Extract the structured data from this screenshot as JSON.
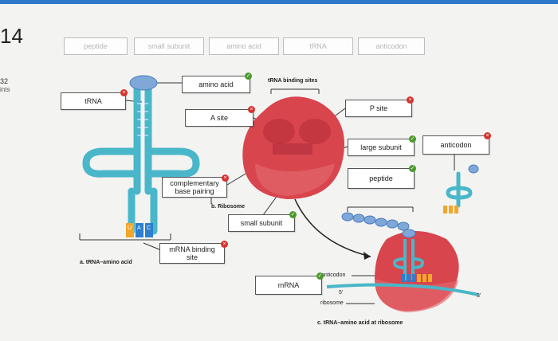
{
  "question_number": "14",
  "sidebar": {
    "points_value": "32",
    "points_label": "ints"
  },
  "word_bank": [
    {
      "label": "peptide"
    },
    {
      "label": "small subunit"
    },
    {
      "label": "amino acid"
    },
    {
      "label": "tRNA"
    },
    {
      "label": "anticodon"
    }
  ],
  "drop_targets": [
    {
      "label": "tRNA",
      "status": "incorrect"
    },
    {
      "label": "amino acid",
      "status": "correct"
    },
    {
      "label": "A site",
      "status": "incorrect"
    },
    {
      "label": "complementary\nbase pairing",
      "status": "incorrect"
    },
    {
      "label": "mRNA binding\nsite",
      "status": "incorrect"
    },
    {
      "label": "small subunit",
      "status": "correct"
    },
    {
      "label": "P site",
      "status": "incorrect"
    },
    {
      "label": "large subunit",
      "status": "correct"
    },
    {
      "label": "peptide",
      "status": "correct"
    },
    {
      "label": "anticodon",
      "status": "incorrect"
    },
    {
      "label": "mRNA",
      "status": "correct"
    }
  ],
  "diagram_labels": {
    "trna_binding_sites": "tRNA binding sites",
    "ribosome_caption": "b. Ribosome",
    "trna_caption": "a. tRNA–amino acid",
    "bottom_caption": "c. tRNA–amino acid at ribosome",
    "anticodon_small": "anticodon",
    "ribosome_small": "ribosome",
    "five_prime": "5'",
    "three_prime": "3'",
    "codon_u": "U",
    "codon_a": "A",
    "codon_c": "C"
  },
  "colors": {
    "correct": "#4a9a2c",
    "incorrect": "#d7322e",
    "ribosome": "#d8454d",
    "trna": "#49b7c9",
    "accent_bar": "#2d77c9"
  }
}
